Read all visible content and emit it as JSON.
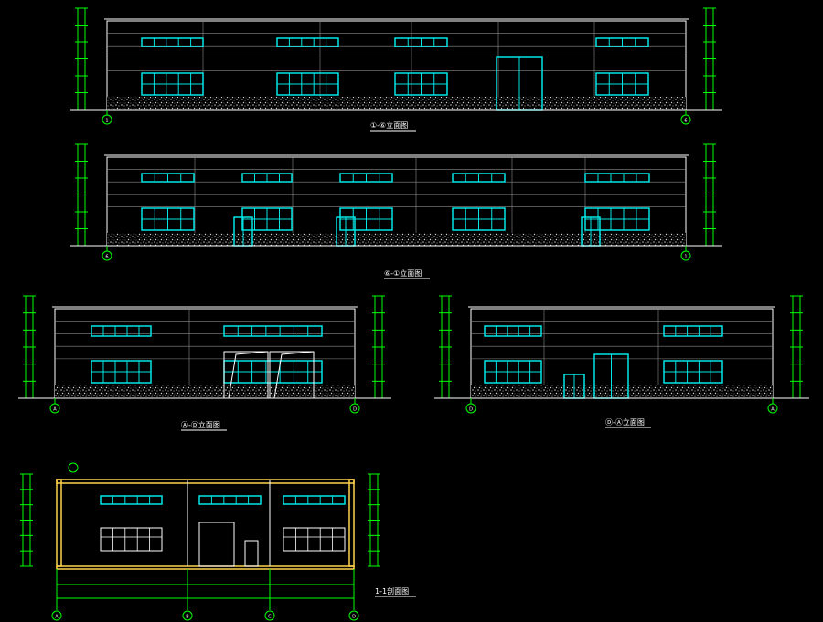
{
  "drawing": {
    "background_color": "#000000",
    "colors": {
      "outline": "#ffffff",
      "window": "#00e5e5",
      "dimension": "#00ff00",
      "axis": "#00ff00",
      "section_cut": "#ffd24a",
      "ground": "#bdbdbd"
    },
    "views": [
      {
        "title": "①-⑥立面图",
        "grid_start": "1",
        "grid_end": "6"
      },
      {
        "title": "⑥-①立面图",
        "grid_start": "6",
        "grid_end": "1"
      },
      {
        "title": "Ⓐ-Ⓓ立面图",
        "grid_start": "A",
        "grid_end": "D"
      },
      {
        "title": "Ⓓ-Ⓐ立面图",
        "grid_start": "D",
        "grid_end": "A"
      },
      {
        "title": "1-1剖面图",
        "grid_labels": [
          "A",
          "B",
          "C",
          "D"
        ]
      }
    ]
  }
}
